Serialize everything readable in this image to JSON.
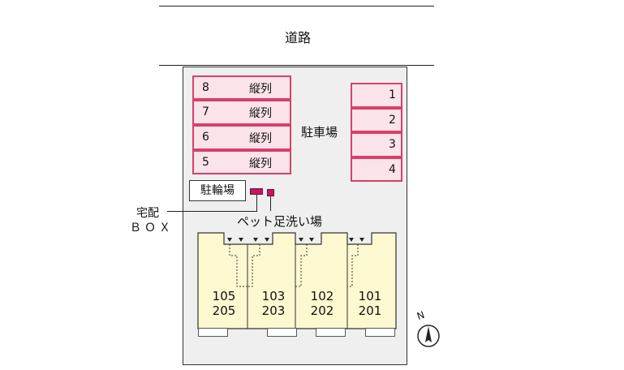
{
  "road": {
    "label": "道路"
  },
  "parking": {
    "label": "駐車場",
    "left_spots": [
      {
        "num": "8",
        "note": "縦列"
      },
      {
        "num": "7",
        "note": "縦列"
      },
      {
        "num": "6",
        "note": "縦列"
      },
      {
        "num": "5",
        "note": "縦列"
      }
    ],
    "right_spots": [
      "1",
      "2",
      "3",
      "4"
    ]
  },
  "bicycle_parking": {
    "label": "駐輪場"
  },
  "delivery_box": {
    "line1": "宅配",
    "line2": "ＢＯＸ"
  },
  "pet_wash": {
    "label": "ペット足洗い場"
  },
  "units": [
    {
      "top": "105",
      "bottom": "205"
    },
    {
      "top": "103",
      "bottom": "203"
    },
    {
      "top": "102",
      "bottom": "202"
    },
    {
      "top": "101",
      "bottom": "201"
    }
  ],
  "compass": {
    "label": "N"
  },
  "colors": {
    "parking_fill": "#fbe3ea",
    "parking_border": "#d8406a",
    "building_fill": "#fcf8cf",
    "marker": "#c4175d"
  }
}
